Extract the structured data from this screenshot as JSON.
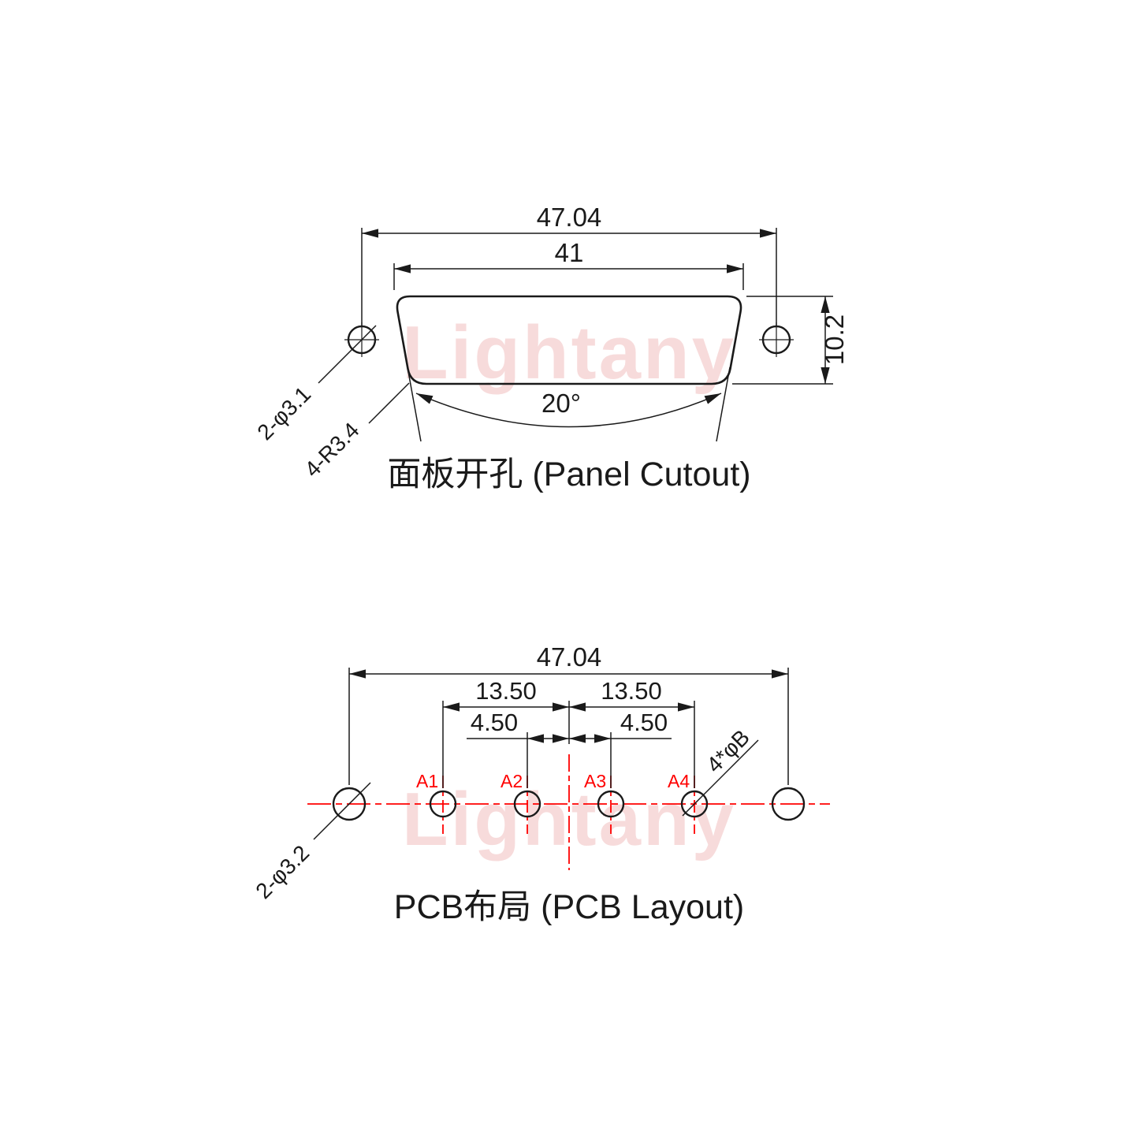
{
  "watermark": {
    "text": "Lightany",
    "color": "#f0b9b9"
  },
  "colors": {
    "line": "#1a1a1a",
    "accent_red": "#ff0000",
    "background": "#ffffff"
  },
  "panel_cutout": {
    "title": "面板开孔 (Panel Cutout)",
    "dims": {
      "overall_width": "47.04",
      "cutout_width": "41",
      "cutout_height": "10.2",
      "mount_hole_spec": "2-φ3.1",
      "corner_radius_spec": "4-R3.4",
      "side_angle": "20°"
    }
  },
  "pcb_layout": {
    "title": "PCB布局 (PCB Layout)",
    "dims": {
      "overall_width": "47.04",
      "pitch_outer_left": "13.50",
      "pitch_outer_right": "13.50",
      "pitch_inner_left": "4.50",
      "pitch_inner_right": "4.50",
      "mount_hole_spec": "2-φ3.2",
      "pin_hole_spec": "4*φB"
    },
    "pins": [
      {
        "label": "A1"
      },
      {
        "label": "A2"
      },
      {
        "label": "A3"
      },
      {
        "label": "A4"
      }
    ]
  }
}
